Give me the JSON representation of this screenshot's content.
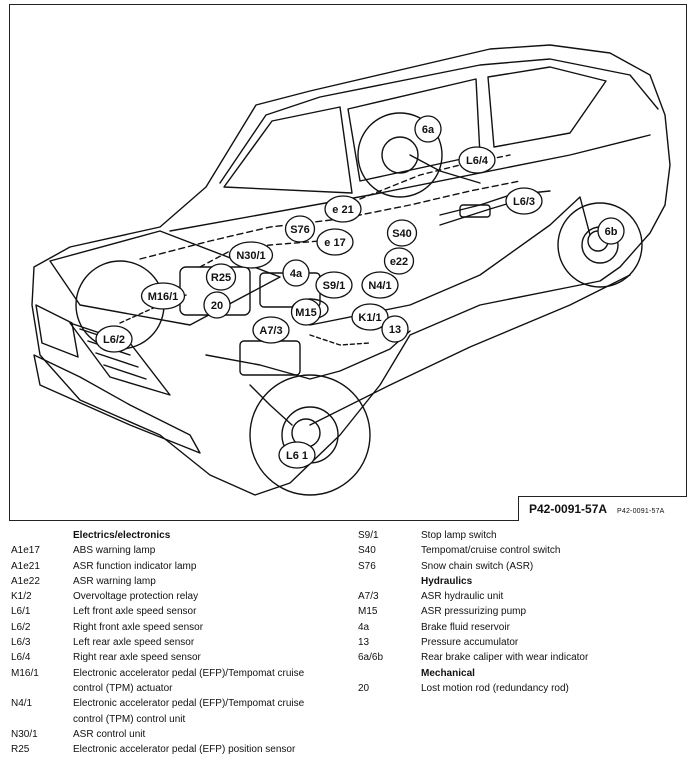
{
  "figure": {
    "reference_main": "P42-0091-57A",
    "reference_small": "P42-0091-57A",
    "callouts": [
      "6a",
      "L6/4",
      "L6/3",
      "6b",
      "e 21",
      "S76",
      "e 17",
      "S40",
      "N30/1",
      "e22",
      "4a",
      "R25",
      "S9/1",
      "N4/1",
      "M16/1",
      "20",
      "M15",
      "K1/1",
      "A7/3",
      "13",
      "L6/2",
      "L6 1"
    ]
  },
  "legend_left": {
    "heading": "Electrics/electronics",
    "items": [
      {
        "code": "A1e17",
        "desc": "ABS warning lamp"
      },
      {
        "code": "A1e21",
        "desc": "ASR function indicator lamp"
      },
      {
        "code": "A1e22",
        "desc": "ASR warning lamp"
      },
      {
        "code": "K1/2",
        "desc": "Overvoltage protection relay"
      },
      {
        "code": "L6/1",
        "desc": "Left front axle speed sensor"
      },
      {
        "code": "L6/2",
        "desc": "Right front axle speed sensor"
      },
      {
        "code": "L6/3",
        "desc": "Left rear axle speed sensor"
      },
      {
        "code": "L6/4",
        "desc": "Right rear axle speed sensor"
      },
      {
        "code": "M16/1",
        "desc": "Electronic accelerator pedal (EFP)/Tempomat cruise control (TPM) actuator"
      },
      {
        "code": "N4/1",
        "desc": "Electronic accelerator pedal (EFP)/Tempomat cruise control (TPM) control unit"
      },
      {
        "code": "N30/1",
        "desc": "ASR control unit"
      },
      {
        "code": "R25",
        "desc": "Electronic accelerator pedal (EFP) position sensor"
      }
    ]
  },
  "legend_right": {
    "items_top": [
      {
        "code": "S9/1",
        "desc": "Stop lamp switch"
      },
      {
        "code": "S40",
        "desc": "Tempomat/cruise control switch"
      },
      {
        "code": "S76",
        "desc": "Snow chain switch (ASR)"
      }
    ],
    "hydraulics_heading": "Hydraulics",
    "hydraulics_items": [
      {
        "code": "A7/3",
        "desc": "ASR hydraulic unit"
      },
      {
        "code": "M15",
        "desc": "ASR pressurizing pump"
      },
      {
        "code": "4a",
        "desc": "Brake fluid reservoir"
      },
      {
        "code": "13",
        "desc": "Pressure accumulator"
      },
      {
        "code": "6a/6b",
        "desc": "Rear brake caliper with wear indicator"
      }
    ],
    "mechanical_heading": "Mechanical",
    "mechanical_items": [
      {
        "code": "20",
        "desc": "Lost motion rod (redundancy rod)"
      }
    ]
  }
}
